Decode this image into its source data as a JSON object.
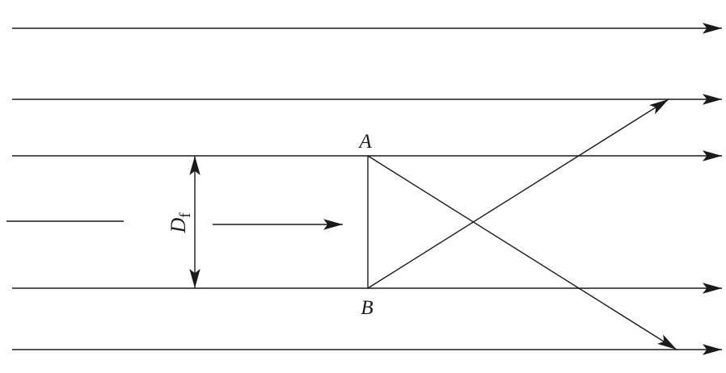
{
  "labels": {
    "point_a": "A",
    "point_b": "B",
    "diameter_symbol": "D",
    "diameter_subscript": "f"
  },
  "colors": {
    "stroke": "#1a1a1a",
    "background": "#ffffff"
  }
}
